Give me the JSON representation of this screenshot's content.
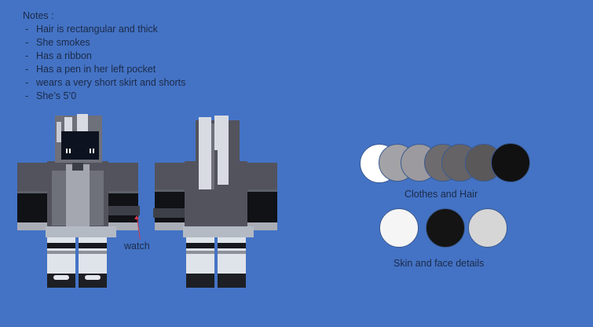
{
  "notes": {
    "title": "Notes :",
    "items": [
      "Hair is rectangular and thick",
      "She smokes",
      "Has a ribbon",
      "Has a pen in her left pocket",
      "wears a very short skirt and shorts",
      "She’s 5’0"
    ]
  },
  "annotation": {
    "watch_label": "watch"
  },
  "palettes": {
    "clothes_hair": {
      "label": "Clothes and Hair",
      "colors": [
        "#ffffff",
        "#a3a2a6",
        "#9c9a9f",
        "#6e6b6e",
        "#656366",
        "#5a5859",
        "#111111"
      ]
    },
    "skin_face": {
      "label": "Skin and face details",
      "colors": [
        "#f5f5f5",
        "#141414",
        "#d6d6d6"
      ]
    }
  },
  "colors": {
    "background": "#4473c5",
    "jacket": "#52535d",
    "shirt": "#a4a7b0",
    "sleeve_cuff": "#101216",
    "skirt": "#b4bac4",
    "sock": "#dfe3ea",
    "shoe": "#1d1f24",
    "hair_light": "#d8dbe2",
    "mask": "#0d1220",
    "arrow": "#d43a4a"
  }
}
